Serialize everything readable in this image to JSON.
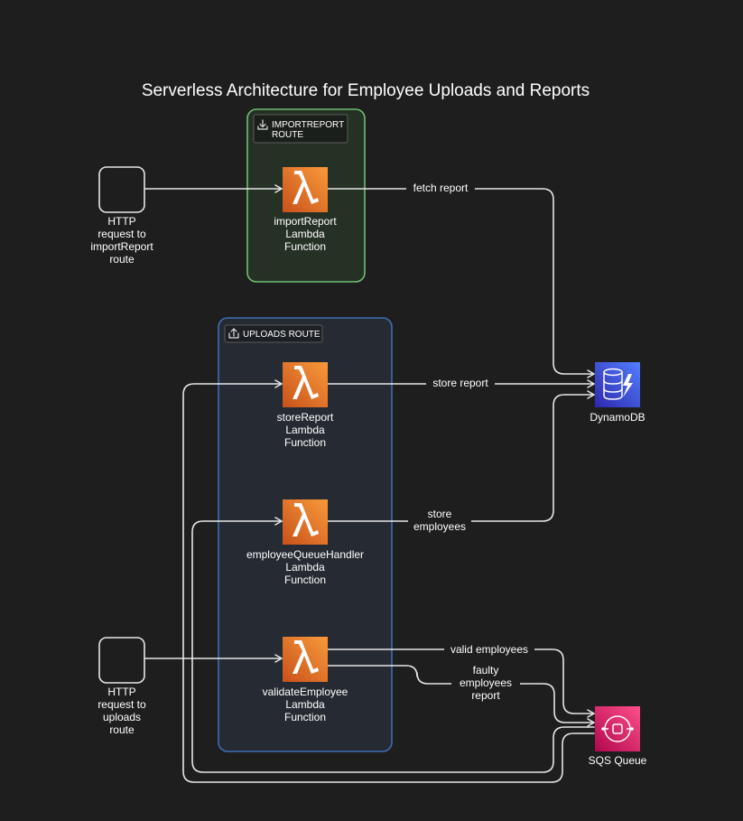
{
  "title": "Serverless Architecture for Employee Uploads and Reports",
  "groups": {
    "import": {
      "label_line1": "IMPORTREPORT",
      "label_line2": "ROUTE",
      "icon": "download-icon",
      "border": "#6fbf73",
      "fill": "#263126"
    },
    "uploads": {
      "label": "UPLOADS ROUTE",
      "icon": "upload-icon",
      "border": "#3d6db5",
      "fill": "#262b33"
    }
  },
  "nodes": {
    "http_import": {
      "lines": [
        "HTTP",
        "request to",
        "importReport",
        "route"
      ]
    },
    "http_uploads": {
      "lines": [
        "HTTP",
        "request to",
        "uploads",
        "route"
      ]
    },
    "import_report": {
      "lines": [
        "importReport",
        "Lambda",
        "Function"
      ],
      "icon": "lambda-icon"
    },
    "store_report": {
      "lines": [
        "storeReport",
        "Lambda",
        "Function"
      ],
      "icon": "lambda-icon"
    },
    "employee_queue_handler": {
      "lines": [
        "employeeQueueHandler",
        "Lambda",
        "Function"
      ],
      "icon": "lambda-icon"
    },
    "validate_employee": {
      "lines": [
        "validateEmployee",
        "Lambda",
        "Function"
      ],
      "icon": "lambda-icon"
    },
    "dynamodb": {
      "lines": [
        "DynamoDB"
      ],
      "icon": "dynamodb-icon"
    },
    "sqs": {
      "lines": [
        "SQS Queue"
      ],
      "icon": "sqs-icon"
    }
  },
  "edges": {
    "fetch_report": {
      "lines": [
        "fetch report"
      ]
    },
    "store_report": {
      "lines": [
        "store report"
      ]
    },
    "store_employees": {
      "lines": [
        "store",
        "employees"
      ]
    },
    "valid_employees": {
      "lines": [
        "valid employees"
      ]
    },
    "faulty_report": {
      "lines": [
        "faulty",
        "employees",
        "report"
      ]
    }
  },
  "colors": {
    "background": "#1e1e1e",
    "lambda": "#f58534",
    "dynamodb": "#4356d6",
    "sqs": "#e0306f",
    "edge": "#e6e6e6"
  }
}
